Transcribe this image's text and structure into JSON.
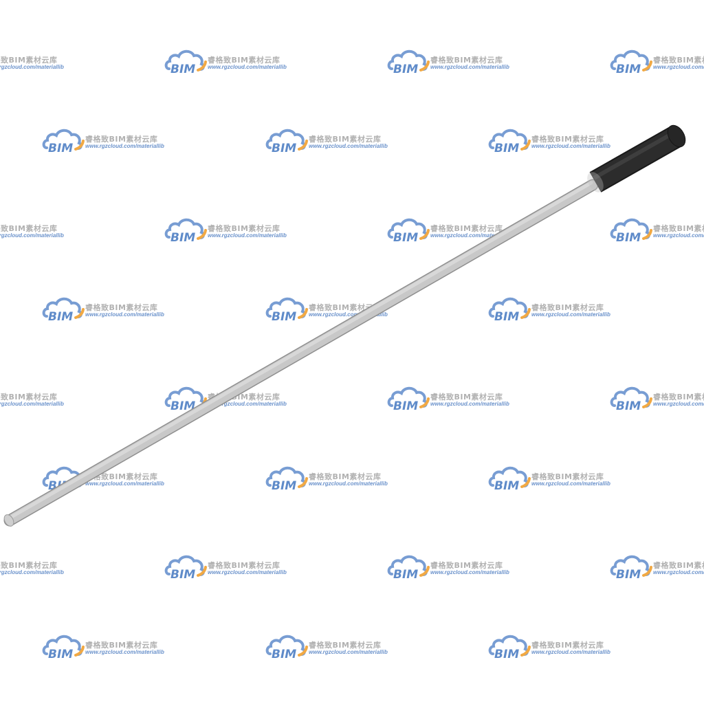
{
  "watermark": {
    "logo_text": "BIM",
    "title": "睿格致BIM素材云库",
    "url": "www.rgzcloud.com/materiallib",
    "colors": {
      "cloud": "#6a93cf",
      "swoosh": "#f0a030",
      "title": "#a9a9a9",
      "url": "#5b87c6"
    }
  },
  "object": {
    "description_icon": "rod-with-grip-icon",
    "colors": {
      "shaft": "#c8c8c8",
      "shaft_shadow": "#9c9c9c",
      "grip": "#2a2a2a",
      "grip_highlight": "#4a4a4a"
    }
  }
}
